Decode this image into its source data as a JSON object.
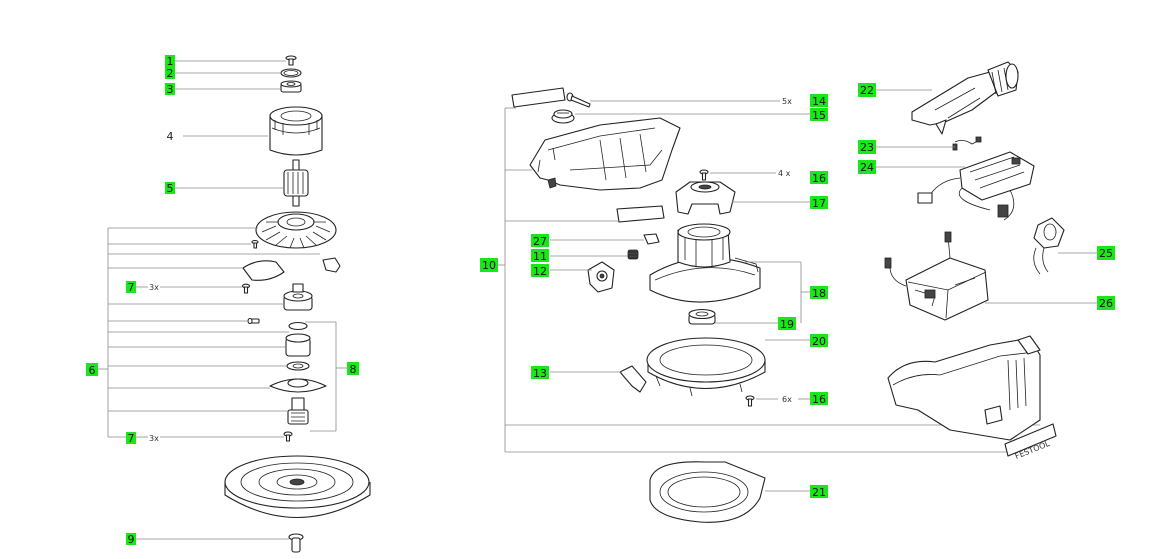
{
  "brand_text": "FESTOOL",
  "colors": {
    "badge": "#18e818",
    "leader": "#8a8a8a",
    "outline": "#222222"
  },
  "labels": {
    "l1": "1",
    "l2": "2",
    "l3": "3",
    "l4": "4",
    "l5": "5",
    "l6": "6",
    "l7a": "7",
    "l7b": "7",
    "l8": "8",
    "l9": "9",
    "l10": "10",
    "l11": "11",
    "l12": "12",
    "l13": "13",
    "l14": "14",
    "l15": "15",
    "l16a": "16",
    "l16b": "16",
    "l17": "17",
    "l18": "18",
    "l19": "19",
    "l20": "20",
    "l21": "21",
    "l22": "22",
    "l23": "23",
    "l24": "24",
    "l25": "25",
    "l26": "26",
    "l27": "27"
  },
  "quantities": {
    "q7a": "3x",
    "q7b": "3x",
    "q14": "5x",
    "q16a": "4 x",
    "q16b": "6x"
  }
}
